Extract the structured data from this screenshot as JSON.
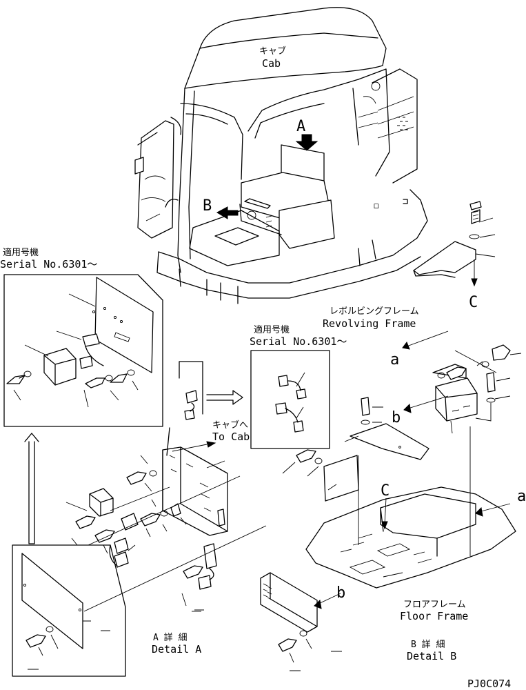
{
  "labels": {
    "cab_jp": "キャブ",
    "cab_en": "Cab",
    "revolving_jp": "レボルビングフレーム",
    "revolving_en": "Revolving Frame",
    "floor_jp": "フロアフレーム",
    "floor_en": "Floor Frame",
    "to_cab_jp": "キャブへ",
    "to_cab_en": "To Cab",
    "detail_a_jp": "A 詳 細",
    "detail_a_en": "Detail A",
    "detail_b_jp": "B 詳 細",
    "detail_b_en": "Detail B",
    "serial_left_jp": "適用号機",
    "serial_left_en": "Serial No.6301～",
    "serial_mid_jp": "適用号機",
    "serial_mid_en": "Serial No.6301～",
    "drawing_code": "PJ0C074"
  },
  "view_letters": {
    "A": "A",
    "B": "B",
    "C_right": "C",
    "C_floor": "C",
    "a_upper": "a",
    "a_right": "a",
    "b_upper": "b",
    "b_lower": "b"
  },
  "colors": {
    "line": "#000000",
    "background": "#ffffff"
  }
}
